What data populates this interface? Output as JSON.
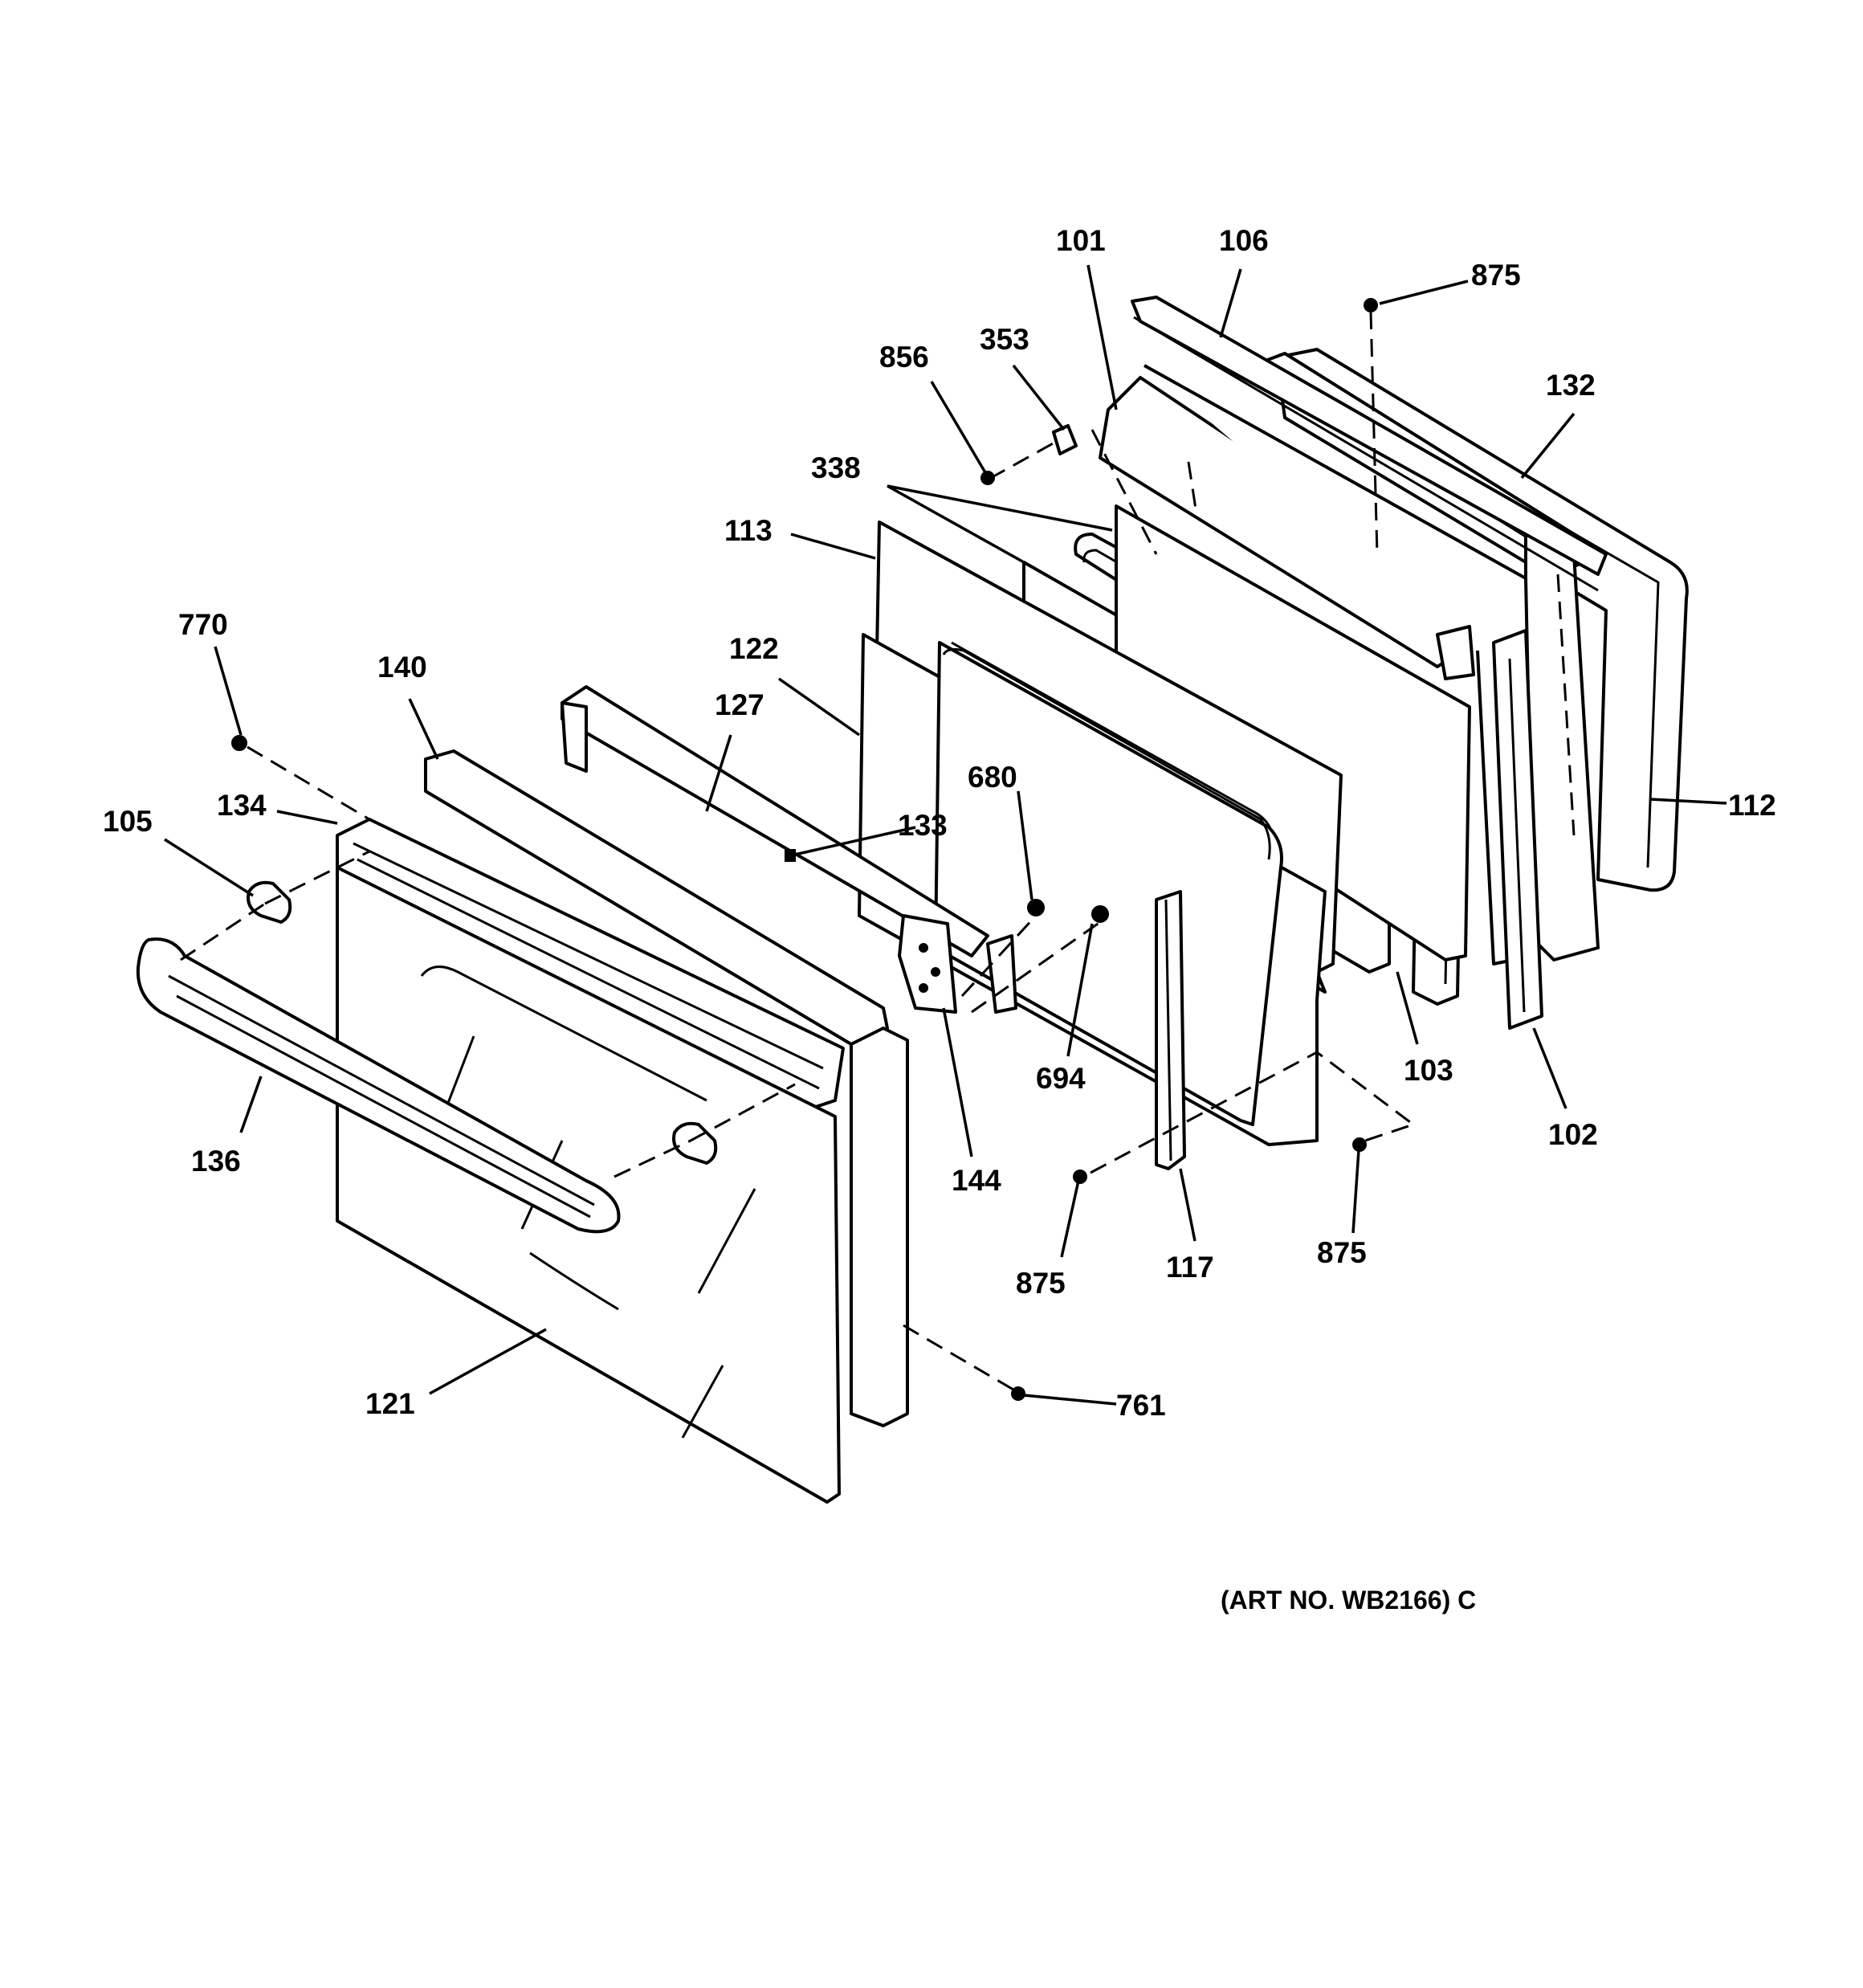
{
  "callouts": [
    {
      "id": "101",
      "text": "101"
    },
    {
      "id": "106",
      "text": "106"
    },
    {
      "id": "875a",
      "text": "875"
    },
    {
      "id": "132",
      "text": "132"
    },
    {
      "id": "353",
      "text": "353"
    },
    {
      "id": "856",
      "text": "856"
    },
    {
      "id": "338",
      "text": "338"
    },
    {
      "id": "113",
      "text": "113"
    },
    {
      "id": "770",
      "text": "770"
    },
    {
      "id": "140",
      "text": "140"
    },
    {
      "id": "122",
      "text": "122"
    },
    {
      "id": "127",
      "text": "127"
    },
    {
      "id": "105",
      "text": "105"
    },
    {
      "id": "134",
      "text": "134"
    },
    {
      "id": "680",
      "text": "680"
    },
    {
      "id": "133",
      "text": "133"
    },
    {
      "id": "112",
      "text": "112"
    },
    {
      "id": "694",
      "text": "694"
    },
    {
      "id": "103",
      "text": "103"
    },
    {
      "id": "102",
      "text": "102"
    },
    {
      "id": "144",
      "text": "144"
    },
    {
      "id": "136",
      "text": "136"
    },
    {
      "id": "875b",
      "text": "875"
    },
    {
      "id": "117",
      "text": "117"
    },
    {
      "id": "875c",
      "text": "875"
    },
    {
      "id": "121",
      "text": "121"
    },
    {
      "id": "761",
      "text": "761"
    }
  ],
  "art_number": "(ART NO. WB2166) C"
}
